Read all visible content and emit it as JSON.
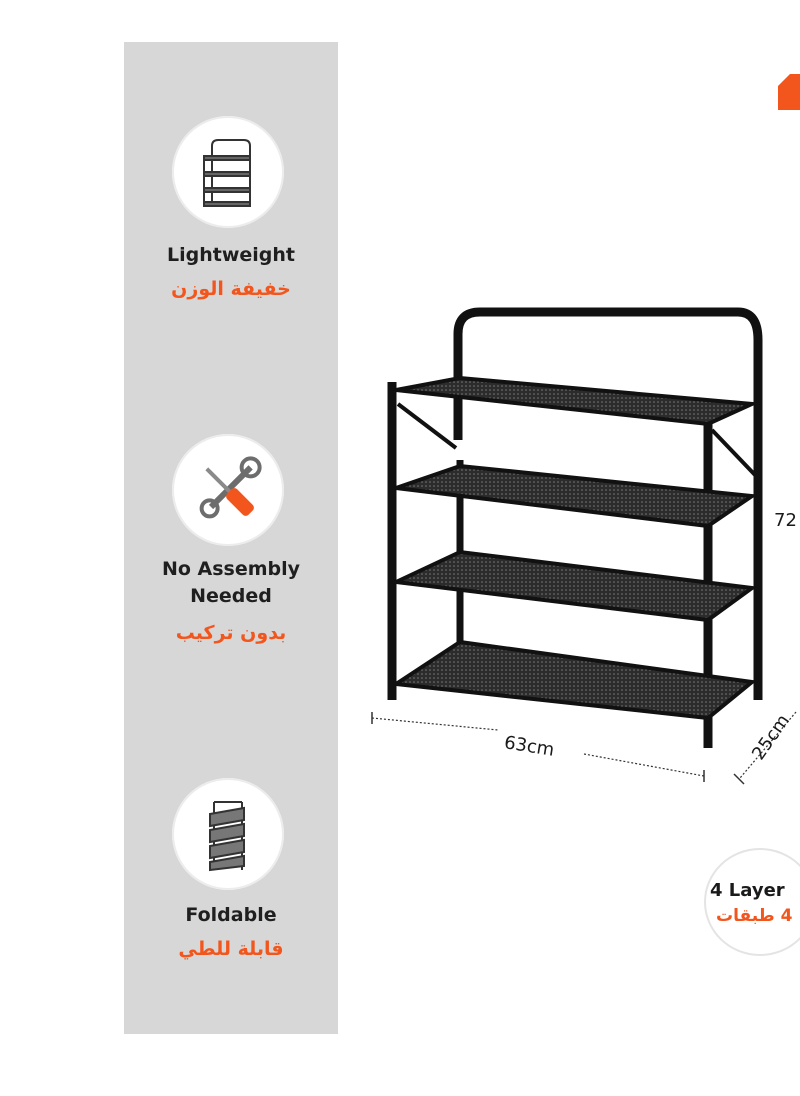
{
  "features": [
    {
      "label_en": "Lightweight",
      "label_ar": "خفيفة الوزن",
      "icon": "shoe-rack-icon"
    },
    {
      "label_en": "No Assembly",
      "label_en_2": "Needed",
      "label_ar": "بدون تركيب",
      "icon": "wrench-screwdriver-icon"
    },
    {
      "label_en": "Foldable",
      "label_ar": "قابلة للطي",
      "icon": "folded-rack-icon"
    }
  ],
  "dimensions": {
    "width": "63cm",
    "depth": "25cm",
    "height": "72"
  },
  "badge": {
    "label_en": "4 Layer",
    "label_ar": "4 طبقات"
  },
  "colors": {
    "accent": "#f2561d",
    "panel": "#d7d7d7",
    "text": "#1f1f1f"
  }
}
